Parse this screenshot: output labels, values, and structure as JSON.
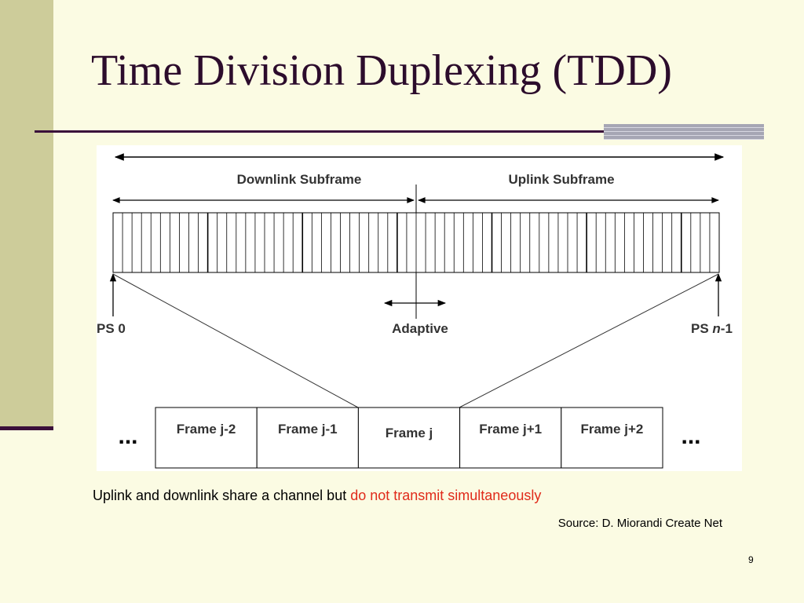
{
  "title": "Time Division Duplexing (TDD)",
  "diagram": {
    "downlink_label": "Downlink Subframe",
    "uplink_label": "Uplink Subframe",
    "ps_start_prefix": "PS 0",
    "ps_end_prefix": "PS ",
    "ps_end_n": "n",
    "ps_end_suffix": "-1",
    "adaptive_label": "Adaptive",
    "ellipsis": "...",
    "frames": [
      "Frame j-2",
      "Frame j-1",
      "Frame j",
      "Frame j+1",
      "Frame j+2"
    ]
  },
  "caption": {
    "prefix": "Uplink and downlink share a channel but ",
    "highlight": "do not transmit simultaneously"
  },
  "source": "Source: D. Miorandi Create Net",
  "page_number": "9",
  "colors": {
    "background": "#fbfbe3",
    "sidebar": "#cdcc9a",
    "title": "#2c0c2c",
    "highlight": "#e02a1a"
  }
}
